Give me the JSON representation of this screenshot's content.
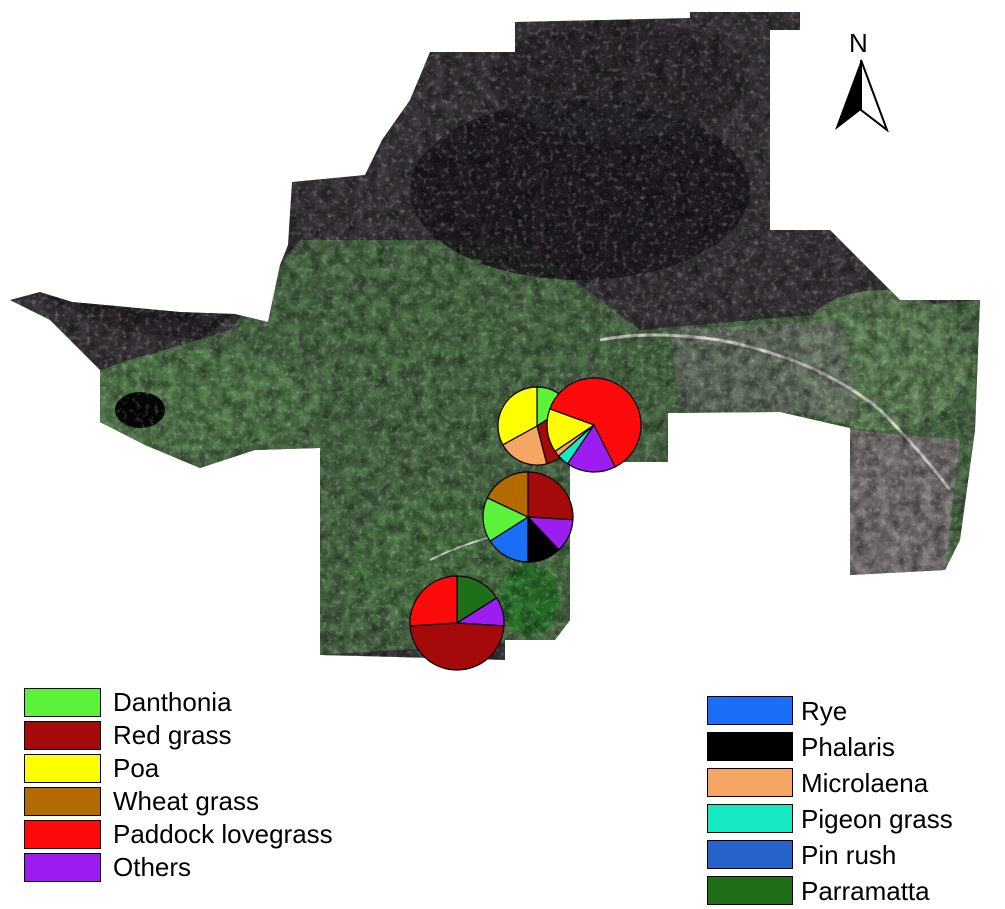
{
  "north_label": "N",
  "legend_left": [
    {
      "label": "Danthonia",
      "color": "#5cf23a"
    },
    {
      "label": "Red grass",
      "color": "#a50a0a"
    },
    {
      "label": "Poa",
      "color": "#ffff00"
    },
    {
      "label": "Wheat grass",
      "color": "#b36b00"
    },
    {
      "label": "Paddock lovegrass",
      "color": "#ff0a0a"
    },
    {
      "label": "Others",
      "color": "#9d1cf0"
    }
  ],
  "legend_right": [
    {
      "label": "Rye",
      "color": "#1a6ef5"
    },
    {
      "label": "Phalaris",
      "color": "#000000"
    },
    {
      "label": "Microlaena",
      "color": "#f5a662"
    },
    {
      "label": "Pigeon grass",
      "color": "#17e8c4"
    },
    {
      "label": "Pin rush",
      "color": "#2562c9"
    },
    {
      "label": "Parramatta",
      "color": "#1f6e1a"
    }
  ],
  "pie_charts": [
    {
      "slices": [
        {
          "species": "Danthonia",
          "value": 0.16,
          "color": "#5cf23a"
        },
        {
          "species": "Red grass",
          "value": 0.3,
          "color": "#a50a0a"
        },
        {
          "species": "Microlaena",
          "value": 0.21,
          "color": "#f5a662"
        },
        {
          "species": "Poa",
          "value": 0.33,
          "color": "#ffff00"
        }
      ]
    },
    {
      "slices": [
        {
          "species": "Paddock lovegrass",
          "value": 0.62,
          "color": "#ff0a0a"
        },
        {
          "species": "Others",
          "value": 0.17,
          "color": "#9d1cf0"
        },
        {
          "species": "Pigeon grass",
          "value": 0.04,
          "color": "#17e8c4"
        },
        {
          "species": "Microlaena",
          "value": 0.02,
          "color": "#f5a662"
        },
        {
          "species": "Poa",
          "value": 0.15,
          "color": "#ffff00"
        }
      ]
    },
    {
      "slices": [
        {
          "species": "Red grass",
          "value": 0.26,
          "color": "#a50a0a"
        },
        {
          "species": "Others",
          "value": 0.12,
          "color": "#9d1cf0"
        },
        {
          "species": "Phalaris",
          "value": 0.12,
          "color": "#000000"
        },
        {
          "species": "Rye",
          "value": 0.16,
          "color": "#1a6ef5"
        },
        {
          "species": "Danthonia",
          "value": 0.16,
          "color": "#5cf23a"
        },
        {
          "species": "Wheat grass",
          "value": 0.18,
          "color": "#b36b00"
        }
      ]
    },
    {
      "slices": [
        {
          "species": "Parramatta",
          "value": 0.16,
          "color": "#1f6e1a"
        },
        {
          "species": "Others",
          "value": 0.1,
          "color": "#9d1cf0"
        },
        {
          "species": "Red grass",
          "value": 0.48,
          "color": "#a50a0a"
        },
        {
          "species": "Paddock lovegrass",
          "value": 0.26,
          "color": "#ff0a0a"
        }
      ]
    }
  ]
}
